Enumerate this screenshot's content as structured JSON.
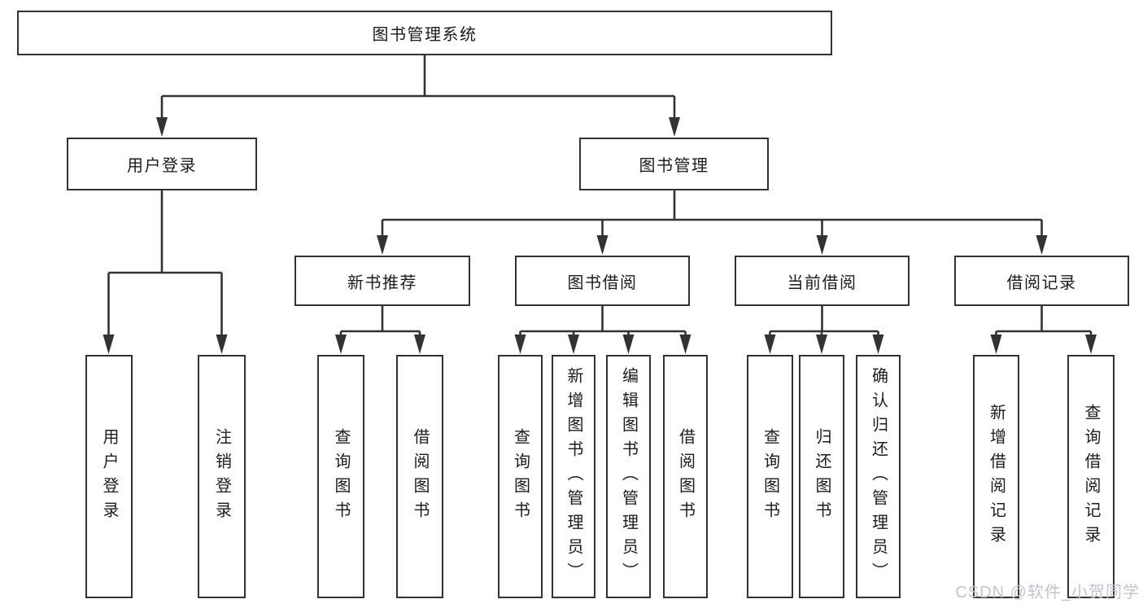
{
  "colors": {
    "line": "#333333",
    "text": "#1c1c1c",
    "watermark": "#c2c5ce"
  },
  "tree": {
    "root": "图书管理系统",
    "branches": [
      {
        "label": "用户登录",
        "children": [
          "用户登录",
          "注销登录"
        ]
      },
      {
        "label": "图书管理",
        "sections": [
          {
            "label": "新书推荐",
            "children": [
              "查询图书",
              "借阅图书"
            ]
          },
          {
            "label": "图书借阅",
            "children": [
              "查询图书",
              "新增图书（管理员）",
              "编辑图书（管理员）",
              "借阅图书"
            ]
          },
          {
            "label": "当前借阅",
            "children": [
              "查询图书",
              "归还图书",
              "确认归还（管理员）"
            ]
          },
          {
            "label": "借阅记录",
            "children": [
              "新增借阅记录",
              "查询借阅记录"
            ]
          }
        ]
      }
    ]
  },
  "watermark": {
    "text": "CSDN @软件_小贺同学"
  }
}
